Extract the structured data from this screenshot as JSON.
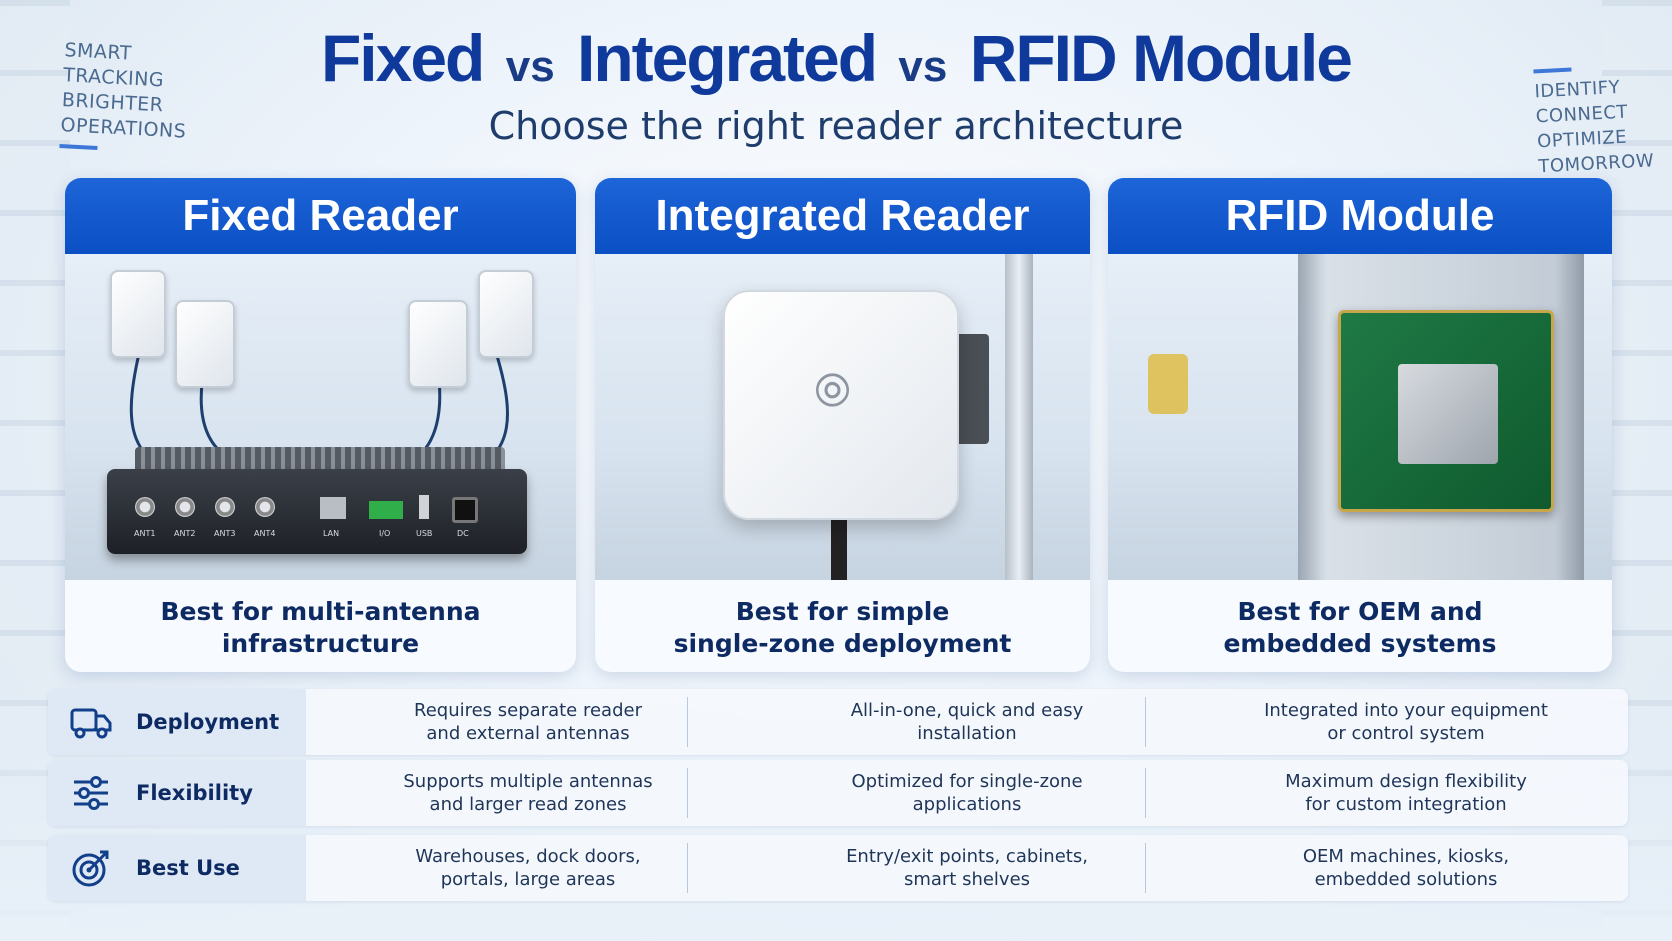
{
  "header": {
    "title_part1": "Fixed",
    "title_vs1": "vs",
    "title_part2": "Integrated",
    "title_vs2": "vs",
    "title_part3": "RFID Module",
    "subtitle": "Choose the right reader architecture"
  },
  "signs": {
    "left": [
      "SMART",
      "TRACKING",
      "BRIGHTER",
      "OPERATIONS"
    ],
    "right": [
      "IDENTIFY",
      "CONNECT",
      "OPTIMIZE",
      "TOMORROW"
    ]
  },
  "cards": [
    {
      "title": "Fixed Reader",
      "tagline_line1": "Best for multi-antenna",
      "tagline_line2": "infrastructure",
      "ports": [
        "ANT1",
        "ANT2",
        "ANT3",
        "ANT4",
        "LAN",
        "I/O",
        "USB",
        "DC"
      ]
    },
    {
      "title": "Integrated Reader",
      "tagline_line1": "Best for simple",
      "tagline_line2": "single-zone deployment"
    },
    {
      "title": "RFID Module",
      "tagline_line1": "Best for OEM and",
      "tagline_line2": "embedded systems"
    }
  ],
  "comparison": [
    {
      "label": "Deployment",
      "icon": "truck-icon",
      "fixed": [
        "Requires separate reader",
        "and external antennas"
      ],
      "integrated": [
        "All-in-one, quick and easy",
        "installation"
      ],
      "module": [
        "Integrated into your equipment",
        "or control system"
      ]
    },
    {
      "label": "Flexibility",
      "icon": "sliders-icon",
      "fixed": [
        "Supports multiple antennas",
        "and larger read zones"
      ],
      "integrated": [
        "Optimized for single-zone",
        "applications"
      ],
      "module": [
        "Maximum design flexibility",
        "for custom integration"
      ]
    },
    {
      "label": "Best Use",
      "icon": "target-icon",
      "fixed": [
        "Warehouses, dock doors,",
        "portals, large areas"
      ],
      "integrated": [
        "Entry/exit points, cabinets,",
        "smart shelves"
      ],
      "module": [
        "OEM machines, kiosks,",
        "embedded solutions"
      ]
    }
  ],
  "colors": {
    "title_blue": "#0f3a9c",
    "header_blue": "#1d65d8",
    "text_navy": "#0e2a63"
  }
}
